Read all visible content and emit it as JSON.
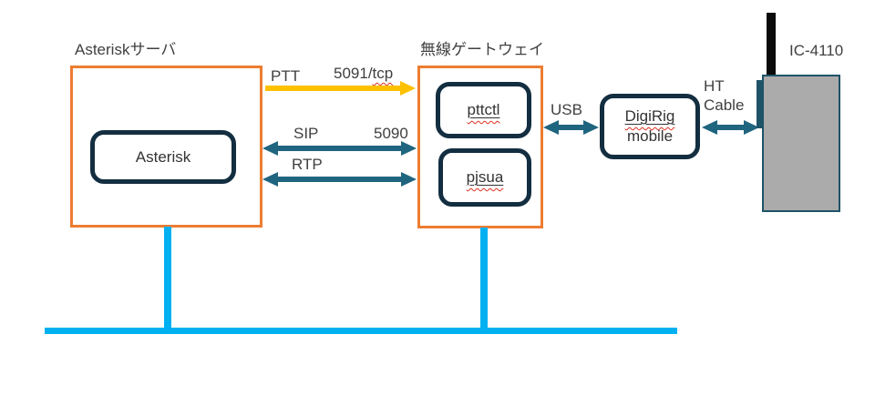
{
  "diagram": {
    "asterisk_server": {
      "label": "Asteriskサーバ",
      "node_label": "Asterisk"
    },
    "gateway": {
      "label": "無線ゲートウェイ",
      "modules": [
        {
          "label": "pttctl"
        },
        {
          "label": "pjsua"
        }
      ]
    },
    "digirig": {
      "label_line1": "DigiRig",
      "label_line2": "mobile"
    },
    "radio": {
      "label": "IC-4110"
    },
    "connections": {
      "ptt": {
        "label": "PTT",
        "port_prefix": "5091/",
        "port_suffix": "tcp"
      },
      "sip": {
        "label": "SIP",
        "port": "5090"
      },
      "rtp": {
        "label": "RTP"
      },
      "usb": {
        "label": "USB"
      },
      "ht_cable": {
        "label_line1": "HT",
        "label_line2": "Cable"
      }
    },
    "colors": {
      "box_border_orange": "#ED7D31",
      "node_border_navy": "#132E40",
      "arrow_teal": "#20657F",
      "arrow_yellow": "#FFC000",
      "network_bus_cyan": "#00B0F0",
      "radio_body_gray": "#ABABAB",
      "spellcheck_red": "#E0301E",
      "text": "#404040"
    }
  }
}
